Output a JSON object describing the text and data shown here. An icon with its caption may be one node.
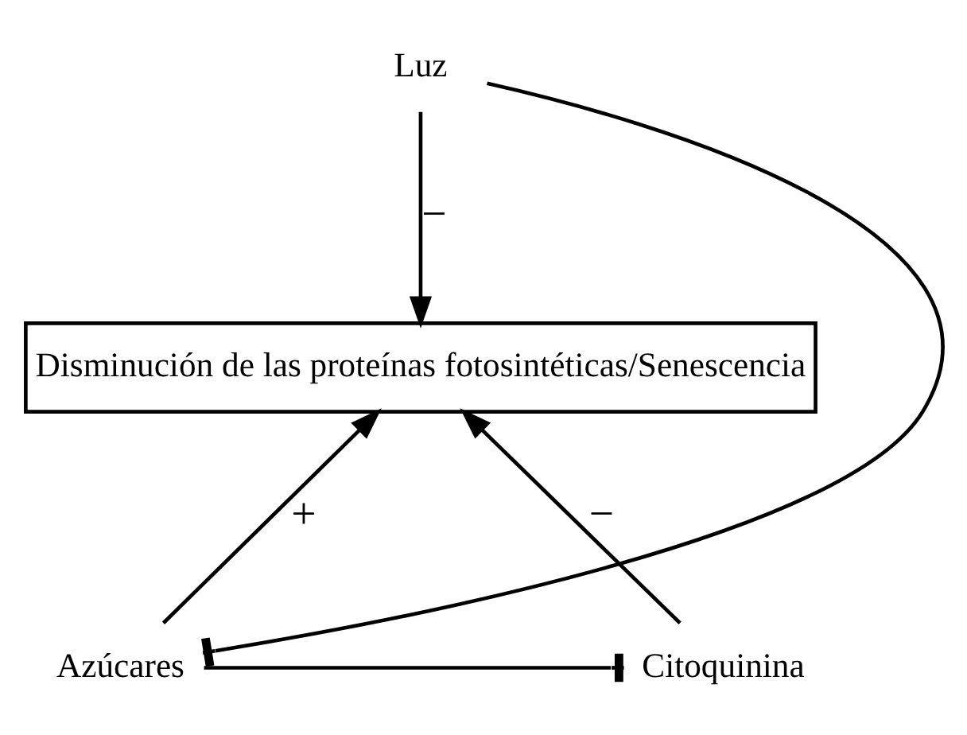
{
  "diagram": {
    "nodes": [
      {
        "text": [
          "Luz"
        ]
      },
      {
        "text": [
          "Disminución de las proteínas fotosintéticas/Senescencia"
        ]
      },
      {
        "text": [
          "Azúcares"
        ]
      },
      {
        "text": [
          "Citoquinina"
        ]
      }
    ],
    "edges": [
      {
        "from": 0,
        "to": 1,
        "arrow": "to",
        "label": "−"
      },
      {
        "from": 2,
        "to": 1,
        "arrow": "to",
        "label": "+"
      },
      {
        "from": 3,
        "to": 1,
        "arrow": "to",
        "label": "−"
      },
      {
        "from": 0,
        "to": 2,
        "arrow": "other"
      },
      {
        "from": 2,
        "to": 3,
        "arrow": "other"
      }
    ]
  }
}
